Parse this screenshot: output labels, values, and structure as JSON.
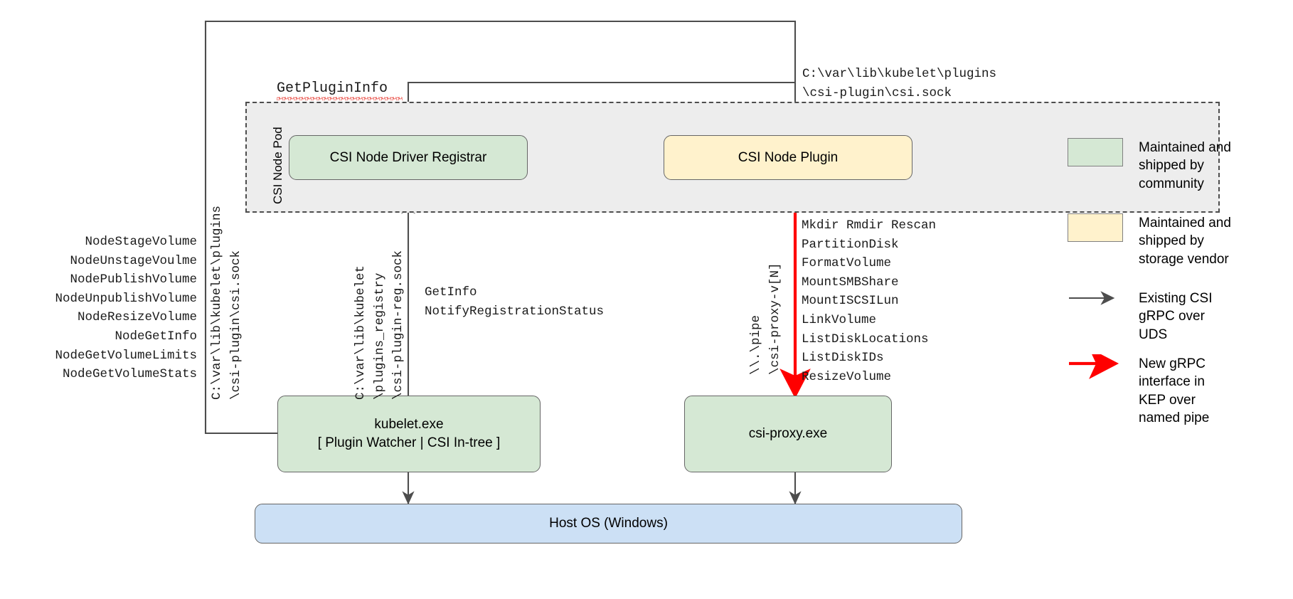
{
  "diagram": {
    "title": "CSI Proxy architecture on Windows",
    "pod": {
      "label": "CSI Node Pod"
    },
    "nodes": {
      "registrar": {
        "label": "CSI Node Driver Registrar",
        "color": "#d5e8d4"
      },
      "plugin": {
        "label": "CSI Node Plugin",
        "color": "#fff2cc"
      },
      "kubelet": {
        "line1": "kubelet.exe",
        "line2": "[ Plugin Watcher | CSI In-tree ]",
        "color": "#d5e8d4"
      },
      "csiproxy": {
        "label": "csi-proxy.exe",
        "color": "#d5e8d4"
      },
      "hostos": {
        "label": "Host OS (Windows)",
        "color": "#cce0f5"
      }
    },
    "labels": {
      "get_plugin_info": "GetPluginInfo",
      "plugin_socket_path": "C:\\var\\lib\\kubelet\\plugins\n\\csi-plugin\\csi.sock",
      "csi_node_methods": "NodeStageVolume\nNodeUnstageVoulme\nNodePublishVolume\nNodeUnpublishVolume\nNodeResizeVolume\nNodeGetInfo\nNodeGetVolumeLimits\nNodeGetVolumeStats",
      "csi_socket_vertical": "C:\\var\\lib\\kubelet\\plugins\n\\csi-plugin\\csi.sock",
      "registry_socket_vertical": "C:\\var\\lib\\kubelet\n\\plugins_registry\n\\csi-plugin-reg.sock",
      "registration_methods": "GetInfo\nNotifyRegistrationStatus",
      "named_pipe_vertical": "\\\\.\\pipe\n\\csi-proxy-v[N]",
      "csi_proxy_api": "Mkdir Rmdir Rescan\nPartitionDisk\nFormatVolume\nMountSMBShare\nMountISCSILun\nLinkVolume\nListDiskLocations\nListDiskIDs\nResizeVolume"
    },
    "legend": [
      {
        "type": "swatch",
        "swatch_color": "#d5e8d4",
        "text": "Maintained and\nshipped by\ncommunity"
      },
      {
        "type": "swatch",
        "swatch_color": "#fff2cc",
        "text": "Maintained and\nshipped by\nstorage vendor"
      },
      {
        "type": "arrow",
        "arrow_color": "#4d4d4d",
        "text": "Existing CSI\ngRPC over\nUDS"
      },
      {
        "type": "arrow",
        "arrow_color": "#ff0000",
        "text": "New gRPC\ninterface in\nKEP over\nnamed pipe"
      }
    ],
    "colors": {
      "community_green": "#d5e8d4",
      "vendor_yellow": "#fff2cc",
      "host_blue": "#cce0f5",
      "edge_gray": "#4d4d4d",
      "new_interface_red": "#ff0000",
      "pod_background": "#ededed"
    }
  }
}
